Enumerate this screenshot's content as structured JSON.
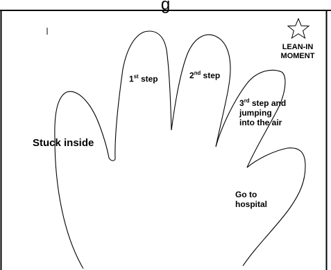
{
  "header_fragment": "g",
  "star_label_line1": "LEAN-IN",
  "star_label_line2": "MOMENT",
  "labels": {
    "stuck_inside": "Stuck inside",
    "step1_num": "1",
    "step1_sup": "st",
    "step1_word": " step",
    "step2_num": "2",
    "step2_sup": "nd",
    "step2_word": " step",
    "step3_num": "3",
    "step3_sup": "rd",
    "step3_word": " step and",
    "step3_line2": "jumping",
    "step3_line3": "into the air",
    "hospital_line1": "Go to",
    "hospital_line2": "hospital"
  },
  "colors": {
    "ink": "#000000",
    "background": "#ffffff"
  }
}
